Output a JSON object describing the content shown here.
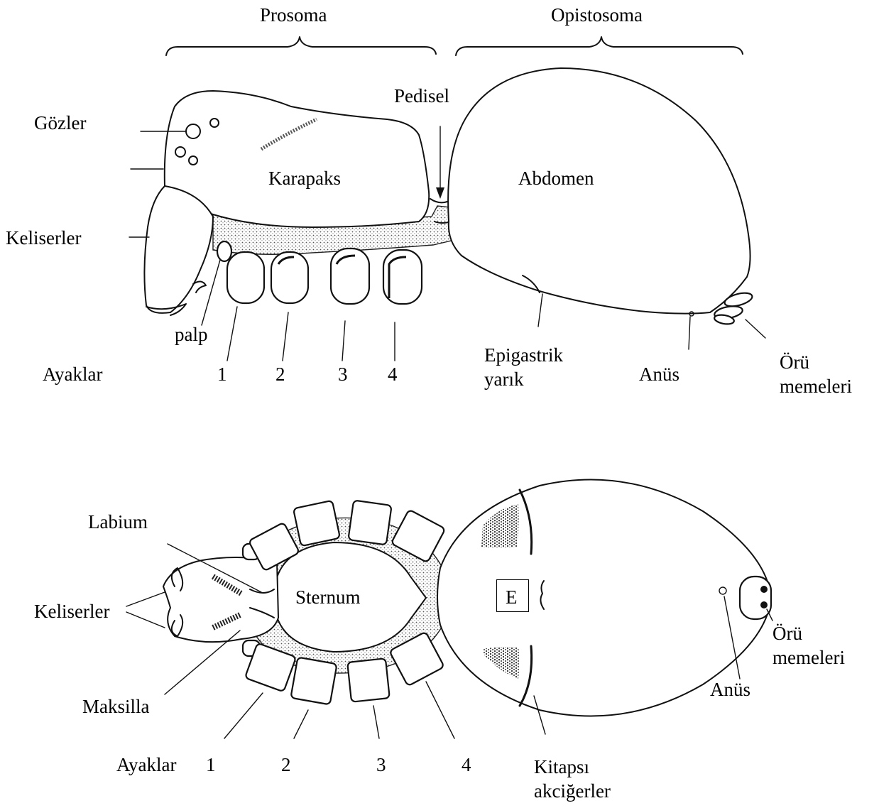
{
  "lateral_view": {
    "region_labels": {
      "prosoma": "Prosoma",
      "opistosoma": "Opistosoma"
    },
    "labels": {
      "gozler": "Gözler",
      "keliserler": "Keliserler",
      "karapaks": "Karapaks",
      "pedisel": "Pedisel",
      "abdomen": "Abdomen",
      "palp": "palp",
      "ayaklar": "Ayaklar",
      "epigastrik": "Epigastrik\nyarık",
      "anus": "Anüs",
      "oru": "Örü\nmemeleri"
    },
    "leg_numbers": [
      "1",
      "2",
      "3",
      "4"
    ]
  },
  "ventral_view": {
    "labels": {
      "labium": "Labium",
      "keliserler": "Keliserler",
      "sternum": "Sternum",
      "maksilla": "Maksilla",
      "ayaklar": "Ayaklar",
      "e_box": "E",
      "anus": "Anüs",
      "oru": "Örü\nmemeleri",
      "kitapsi": "Kitapsı\nakciğerler"
    },
    "leg_numbers": [
      "1",
      "2",
      "3",
      "4"
    ]
  }
}
